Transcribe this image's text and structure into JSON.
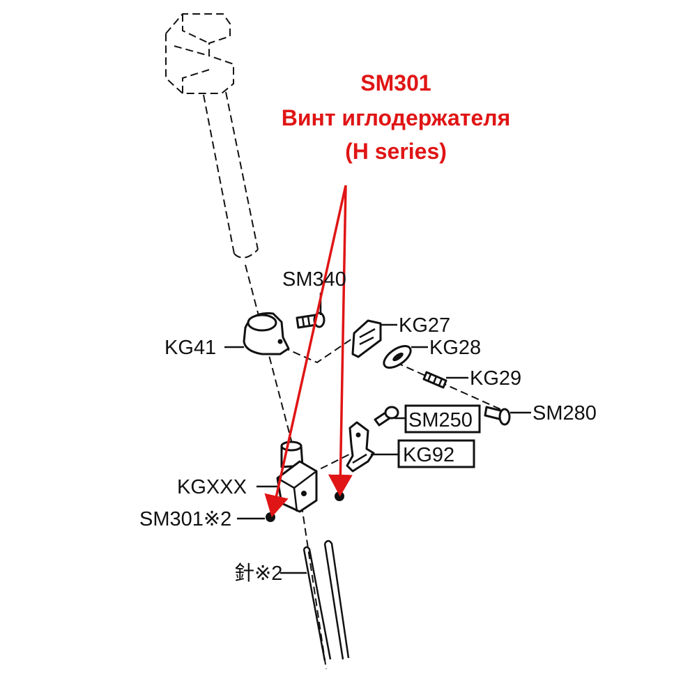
{
  "title": {
    "code": "SM301",
    "name": "Винт иглодержателя",
    "series": "(H series)"
  },
  "labels": {
    "sm340": "SM340",
    "kg41": "KG41",
    "kg27": "KG27",
    "kg28": "KG28",
    "kg29": "KG29",
    "sm280": "SM280",
    "sm250": "SM250",
    "kg92": "KG92",
    "kgxxx": "KGXXX",
    "sm301x2": "SM301※2",
    "needle_x2": "針※2"
  },
  "colors": {
    "accent": "#e01515",
    "line": "#111111",
    "background": "#ffffff"
  }
}
